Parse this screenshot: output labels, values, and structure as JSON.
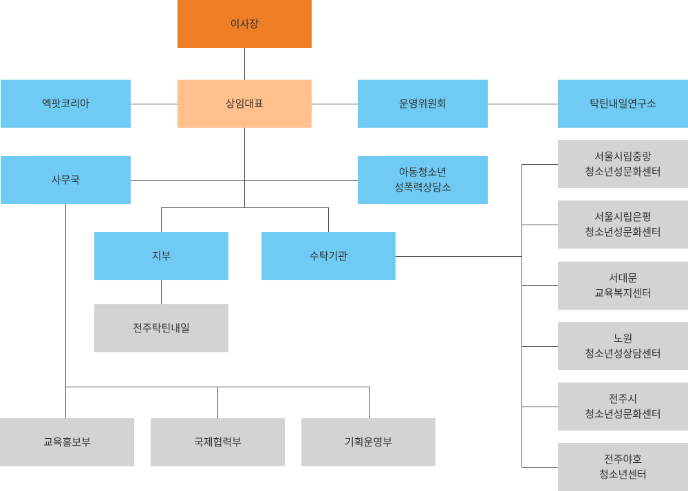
{
  "colors": {
    "chair": "#ee7f27",
    "rep": "#ffc08e",
    "unit": "#70cbf4",
    "sub": "#d3d3d3",
    "line": "#555555"
  },
  "nodes": {
    "chair": "이사장",
    "rep": "상임대표",
    "actkorea": "엑팟코리아",
    "committee": "운영위원회",
    "institute": "탁틴내일연구소",
    "office": "사무국",
    "counseling": "아동청소년\n성폭력상담소",
    "branch": "지부",
    "entrusted": "수탁기관",
    "jeonju_taktin": "전주탁틴내일",
    "dept_edu": "교육홍보부",
    "dept_intl": "국제협력부",
    "dept_plan": "기획운영부",
    "center_jungnang": "서울시립중랑\n청소년성문화센터",
    "center_eunpyeong": "서울시립은평\n청소년성문화센터",
    "center_seodaemun": "서대문\n교육복지센터",
    "center_nowon": "노원\n청소년성상담센터",
    "center_jeonju": "전주시\n청소년성문화센터",
    "center_jeonju_yaho": "전주야호\n청소년센터"
  }
}
